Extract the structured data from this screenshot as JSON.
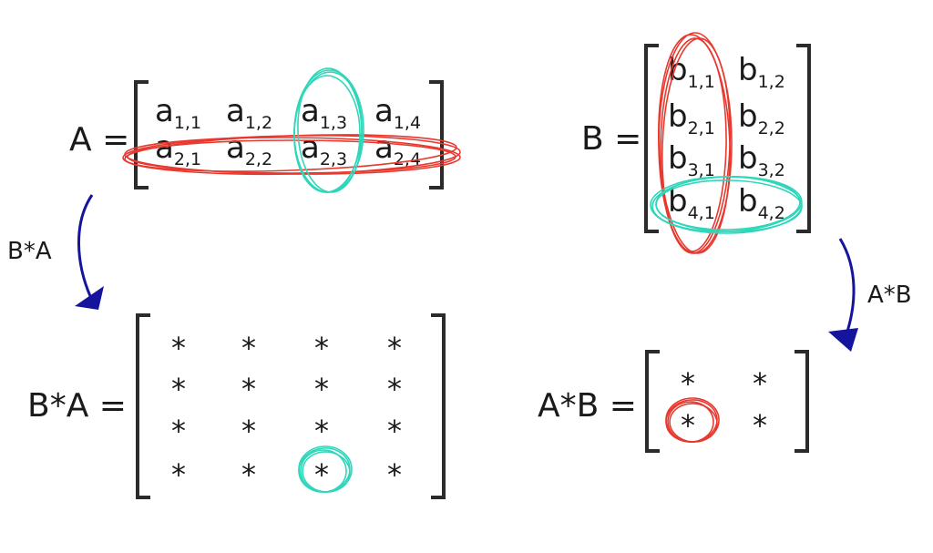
{
  "labels": {
    "A_eq": "A =",
    "B_eq": "B =",
    "BA_eq": "B*A =",
    "AB_eq": "A*B =",
    "BA_arrow": "B*A",
    "AB_arrow": "A*B"
  },
  "matrixA": [
    [
      {
        "base": "a",
        "sub": "1,1"
      },
      {
        "base": "a",
        "sub": "1,2"
      },
      {
        "base": "a",
        "sub": "1,3"
      },
      {
        "base": "a",
        "sub": "1,4"
      }
    ],
    [
      {
        "base": "a",
        "sub": "2,1"
      },
      {
        "base": "a",
        "sub": "2,2"
      },
      {
        "base": "a",
        "sub": "2,3"
      },
      {
        "base": "a",
        "sub": "2,4"
      }
    ]
  ],
  "matrixB": [
    [
      {
        "base": "b",
        "sub": "1,1"
      },
      {
        "base": "b",
        "sub": "1,2"
      }
    ],
    [
      {
        "base": "b",
        "sub": "2,1"
      },
      {
        "base": "b",
        "sub": "2,2"
      }
    ],
    [
      {
        "base": "b",
        "sub": "3,1"
      },
      {
        "base": "b",
        "sub": "3,2"
      }
    ],
    [
      {
        "base": "b",
        "sub": "4,1"
      },
      {
        "base": "b",
        "sub": "4,2"
      }
    ]
  ],
  "star": "*",
  "colors": {
    "red": "#e8392f",
    "teal": "#2fd6b9",
    "arrow": "#15149c",
    "bracket": "#2b2b2b"
  }
}
